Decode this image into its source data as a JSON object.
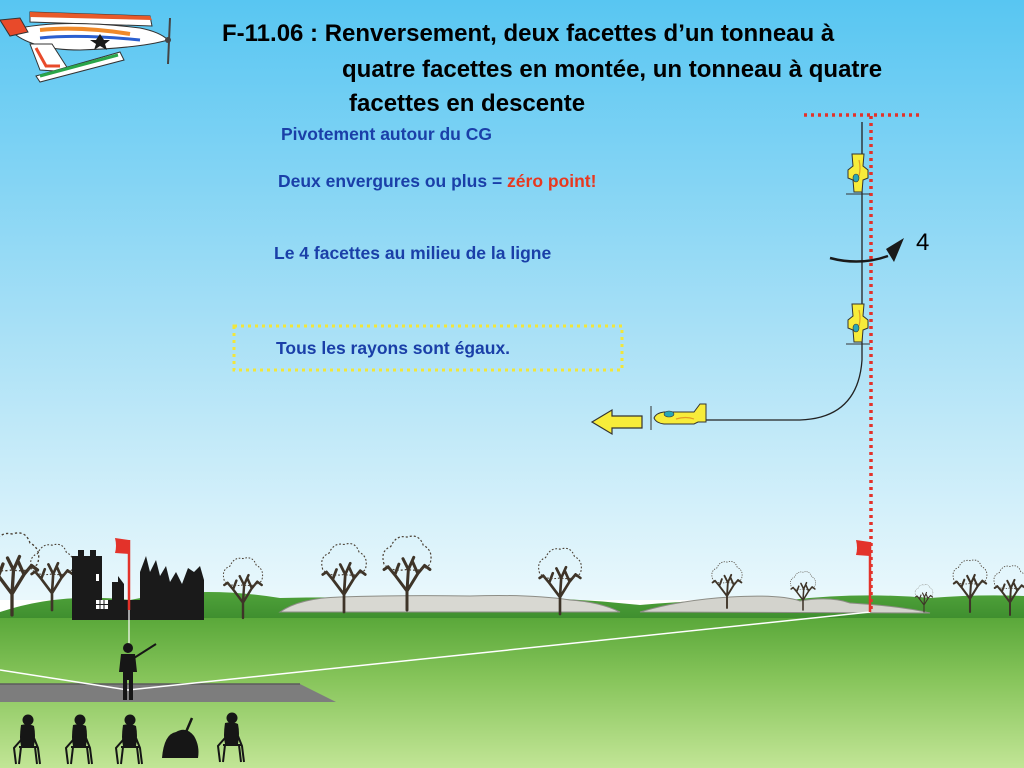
{
  "slide": {
    "title_line1": "F-11.06 : Renversement, deux facettes d’un tonneau à",
    "title_line2": "quatre facettes en montée, un tonneau à quatre",
    "title_line3": "facettes en descente",
    "pivot_note": "Pivotement autour du CG",
    "wingspan_note_prefix": "Deux envergures ou plus = ",
    "wingspan_note_penalty": "zéro point!",
    "middle_note": "Le 4 facettes au milieu de la ligne",
    "radius_note": "Tous les rayons sont égaux.",
    "roll_label": "4"
  },
  "colors": {
    "sky_top": "#5cc8f2",
    "sky_bottom": "#e6f7fc",
    "grass_top": "#5fa93c",
    "grass_bottom": "#b9e08a",
    "caption_blue": "#1a3fa8",
    "penalty_red": "#e8381f",
    "plane_yellow": "#f7ec3a",
    "flag_red": "#e3322a",
    "reference_line_red": "#e3322a"
  },
  "icons": [
    "aerobatic-plane-logo",
    "model-plane-icon",
    "direction-arrow-icon",
    "roll-arrow-icon",
    "flag-icon",
    "tree-icon",
    "pilot-silhouette",
    "judge-silhouette",
    "castle-ruins"
  ]
}
